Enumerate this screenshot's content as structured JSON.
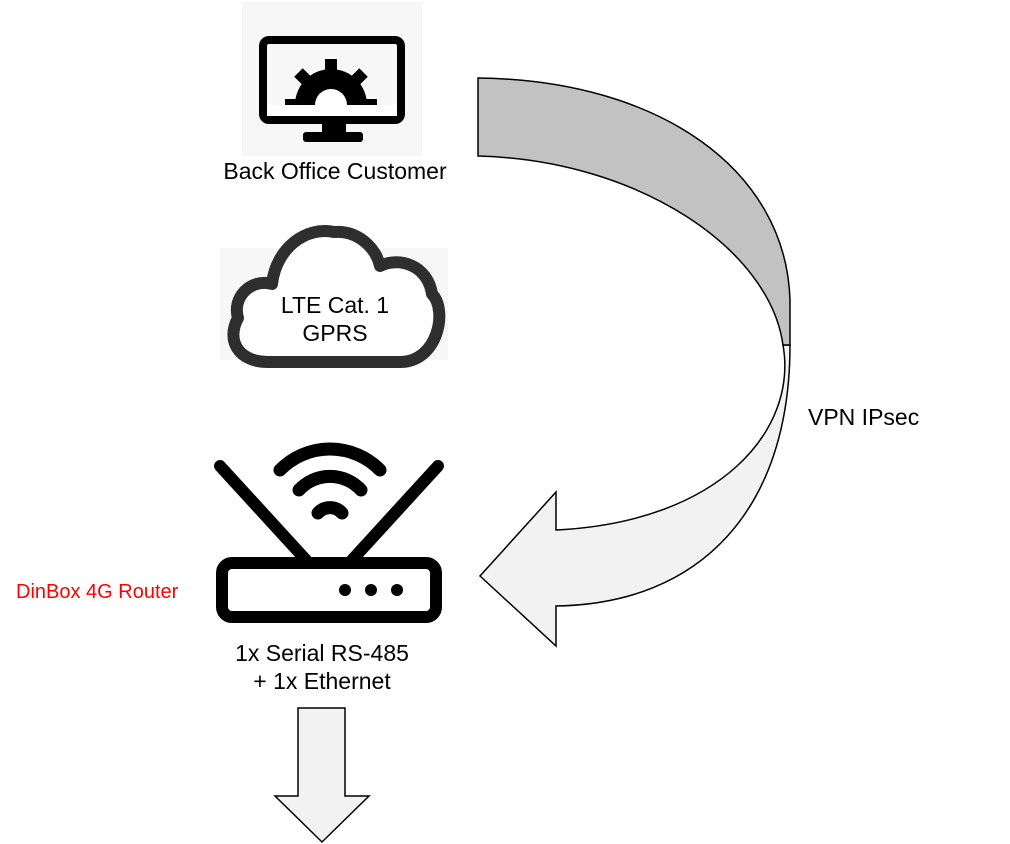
{
  "nodes": {
    "back_office": {
      "label": "Back Office Customer",
      "icon": "monitor-gear-icon"
    },
    "network": {
      "line1": "LTE Cat. 1",
      "line2": "GPRS",
      "icon": "cloud-icon"
    },
    "router": {
      "name": "DinBox 4G Router",
      "name_color": "#ff0000",
      "ports_line1": "1x Serial RS-485",
      "ports_line2": "+ 1x Ethernet",
      "icon": "wifi-router-icon"
    }
  },
  "connections": {
    "vpn": {
      "label": "VPN IPsec",
      "arrow": "curved-arrow-icon"
    },
    "downstream": {
      "arrow": "down-arrow-icon"
    }
  },
  "colors": {
    "arrow_dark_fill": "#c2c2c2",
    "arrow_light_fill": "#f2f2f2",
    "outline": "#000000",
    "icon_fill": "#000000"
  }
}
